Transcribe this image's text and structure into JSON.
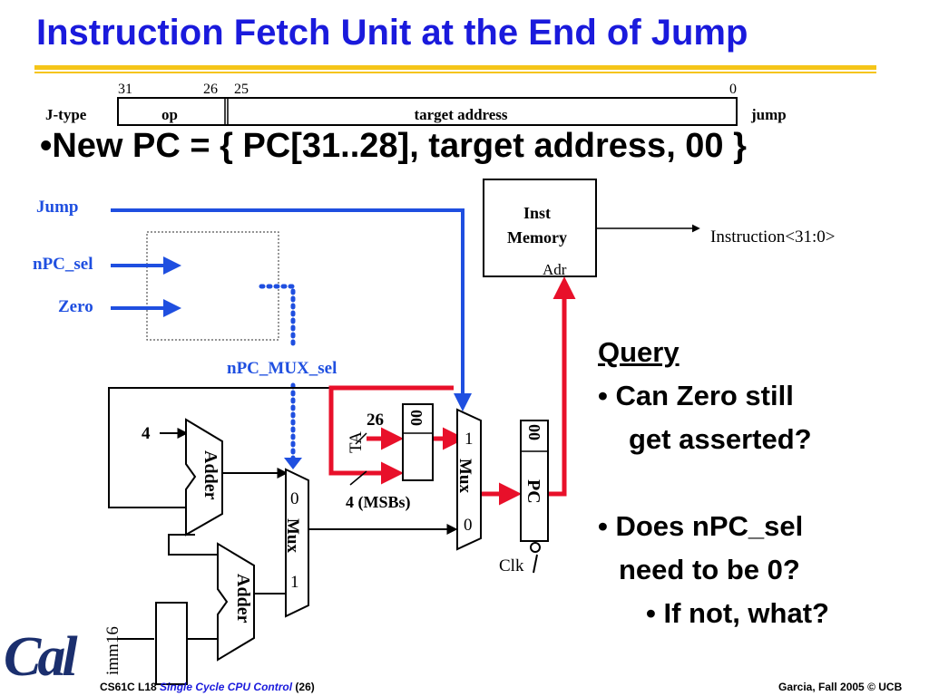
{
  "title": "Instruction Fetch Unit at the End of  Jump",
  "jtype": {
    "bit_31": "31",
    "bit_26": "26",
    "bit_25": "25",
    "bit_0": "0",
    "row_label": "J-type",
    "op_label": "op",
    "target_label": "target address",
    "name": "jump"
  },
  "main_bullet": "New PC = { PC[31..28], target address, 00 }",
  "diagram": {
    "jump_signal": "Jump",
    "npc_sel": "nPC_sel",
    "zero": "Zero",
    "npc_mux_sel": "nPC_MUX_sel",
    "inst_memory_line1": "Inst",
    "inst_memory_line2": "Memory",
    "adr": "Adr",
    "instruction_out": "Instruction<31:0>",
    "four": "4",
    "adder": "Adder",
    "mux": "Mux",
    "mux_in_0": "0",
    "mux_in_1": "1",
    "ta": "TA",
    "width_26": "26",
    "zeros": "00",
    "msbs": "4 (MSBs)",
    "pc": "PC",
    "clk": "Clk",
    "imm16": "imm16"
  },
  "query": {
    "heading": "Query",
    "q1_line1": "• Can Zero still",
    "q1_line2": "get asserted?",
    "q2_line1": "• Does nPC_sel",
    "q2_line2": "need to be 0?",
    "q3": "• If not, what?"
  },
  "footer": {
    "course": "CS61C L18",
    "topic": "Single Cycle CPU Control",
    "page": "(26)",
    "credit": "Garcia, Fall 2005 © UCB"
  },
  "logo_text": "Cal",
  "colors": {
    "title": "#1a1adc",
    "rule": "#f5c518",
    "blue_wire": "#1f4fe0",
    "red_wire": "#e8102a",
    "logo": "#1b2f6e"
  }
}
